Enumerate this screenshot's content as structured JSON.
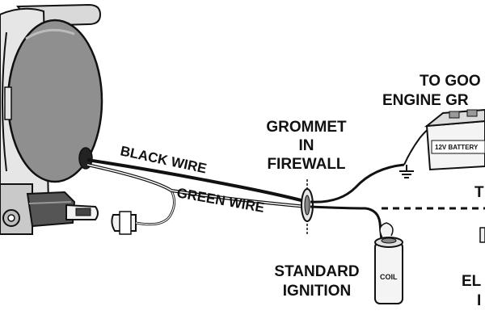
{
  "labels": {
    "grommet_line1": "GROMMET",
    "grommet_line2": "IN",
    "grommet_line3": "FIREWALL",
    "black_wire": "BLACK WIRE",
    "green_wire": "GREEN WIRE",
    "standard_ignition_line1": "STANDARD",
    "standard_ignition_line2": "IGNITION",
    "coil": "COIL",
    "battery": "12V BATTERY",
    "ground_line1": "TO GOO",
    "ground_line2": "ENGINE GR",
    "electronic_line1": "EL",
    "electronic_line2": "I",
    "right_edge_partial": "T"
  }
}
